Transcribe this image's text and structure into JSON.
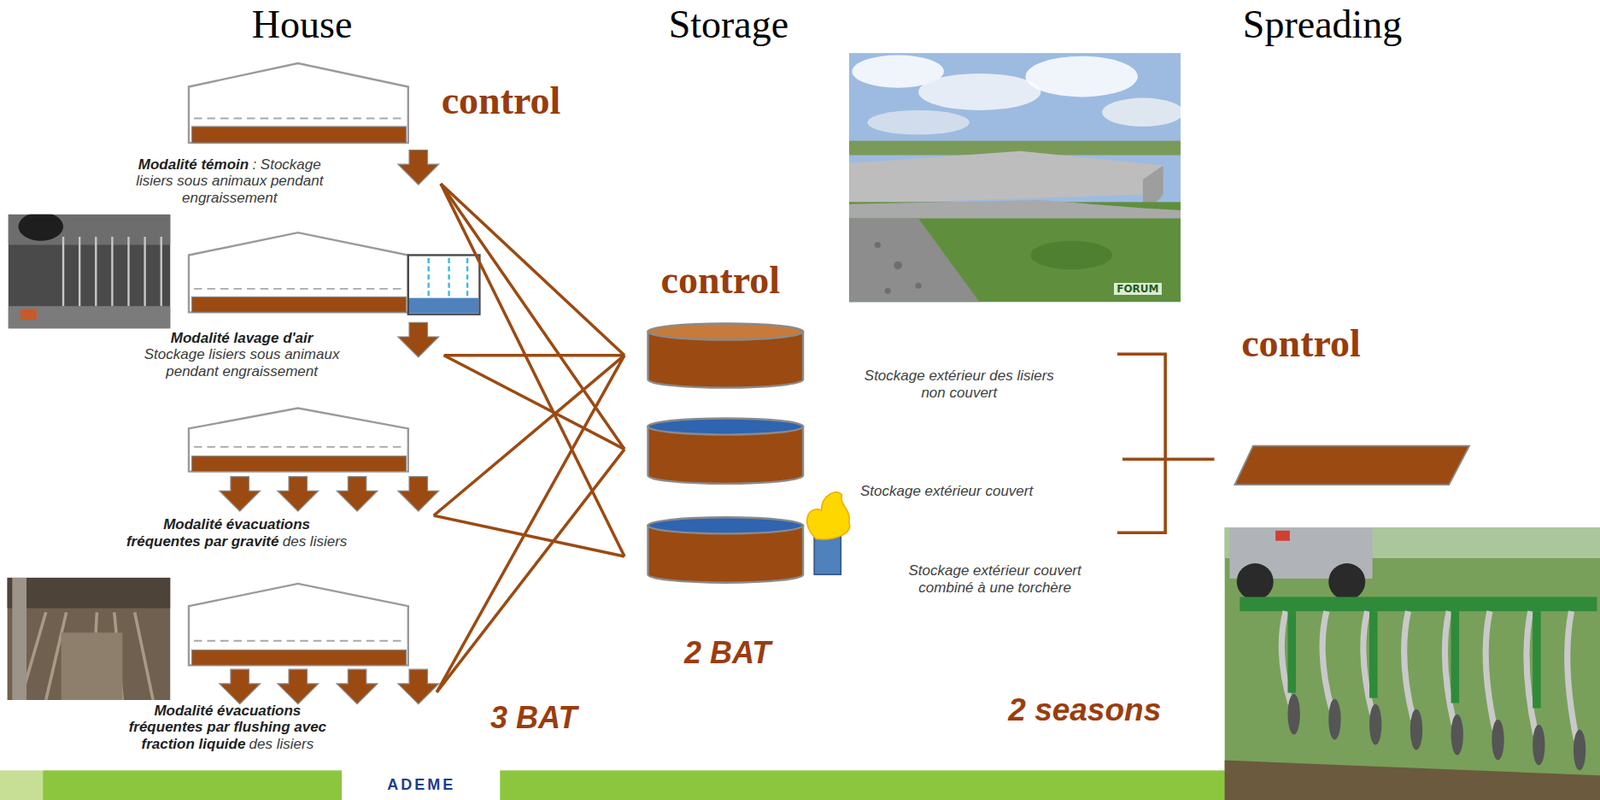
{
  "diagram": {
    "nodes": [
      {
        "text": [
          "Modalité témoin",
          ": Stockage lisiers sous animaux pendant engraissement"
        ]
      },
      {
        "text": [
          "Modalité lavage d'air",
          "Stockage lisiers sous animaux pendant engraissement"
        ]
      },
      {
        "text": [
          "Modalité évacuations fréquentes par gravité",
          "des lisiers"
        ]
      },
      {
        "text": [
          "Modalité évacuations fréquentes par flushing avec fraction liquide",
          "des lisiers"
        ]
      },
      {
        "text": [
          "Stockage extérieur des lisiers non couvert"
        ]
      },
      {
        "text": [
          "Stockage extérieur couvert"
        ]
      },
      {
        "text": [
          "Stockage extérieur couvert combiné à une torchère"
        ]
      }
    ],
    "edges": [
      {
        "from": 0,
        "to": 4,
        "arrow": "none"
      },
      {
        "from": 0,
        "to": 5,
        "arrow": "none"
      },
      {
        "from": 0,
        "to": 6,
        "arrow": "none"
      },
      {
        "from": 1,
        "to": 4,
        "arrow": "none"
      },
      {
        "from": 1,
        "to": 5,
        "arrow": "none"
      },
      {
        "from": 2,
        "to": 4,
        "arrow": "none"
      },
      {
        "from": 2,
        "to": 6,
        "arrow": "none"
      },
      {
        "from": 3,
        "to": 4,
        "arrow": "none"
      },
      {
        "from": 3,
        "to": 5,
        "arrow": "none"
      }
    ],
    "labels": [
      "House",
      "Storage",
      "Spreading",
      "control",
      "control",
      "control",
      "3 BAT",
      "2 BAT",
      "2 seasons",
      "FORUM",
      "ADEME"
    ]
  }
}
